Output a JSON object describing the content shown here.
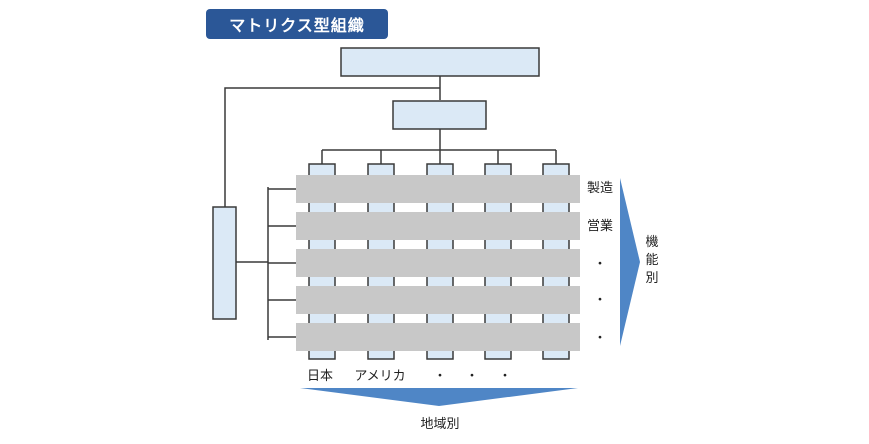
{
  "title": "マトリクス型組織",
  "colors": {
    "title_bg": "#2b5797",
    "box_fill": "#dbe9f6",
    "box_stroke": "#3a3a3a",
    "band_fill": "#c8c8c8",
    "arrow_fill": "#4f86c6"
  },
  "function_labels": [
    "製造",
    "営業",
    "・",
    "・",
    "・"
  ],
  "region_labels": [
    "日本",
    "アメリカ",
    "・",
    "・",
    "・"
  ],
  "function_axis_label": "機能別",
  "region_axis_label": "地域別"
}
